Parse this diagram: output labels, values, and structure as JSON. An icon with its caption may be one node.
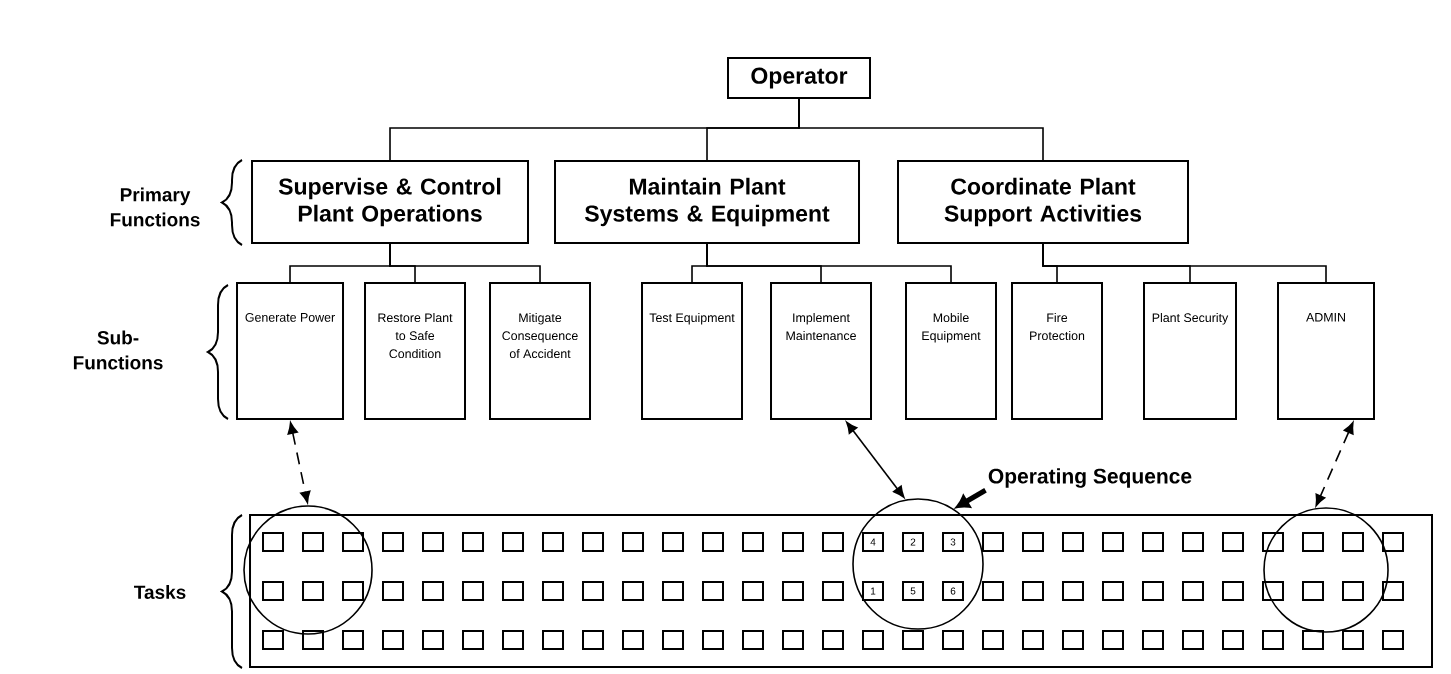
{
  "diagram": {
    "nodes": [
      {
        "text": [
          "Operator"
        ]
      },
      {
        "text": [
          "Supervise & Control Plant Operations"
        ]
      },
      {
        "text": [
          "Maintain Plant Systems & Equipment"
        ]
      },
      {
        "text": [
          "Coordinate Plant Support Activities"
        ]
      },
      {
        "text": [
          "Generate Power"
        ]
      },
      {
        "text": [
          "Restore Plant to Safe Condition"
        ]
      },
      {
        "text": [
          "Mitigate Consequence of Accident"
        ]
      },
      {
        "text": [
          "Test Equipment"
        ]
      },
      {
        "text": [
          "Implement Maintenance"
        ]
      },
      {
        "text": [
          "Mobile Equipment"
        ]
      },
      {
        "text": [
          "Fire Protection"
        ]
      },
      {
        "text": [
          "Plant Security"
        ]
      },
      {
        "text": [
          "ADMIN"
        ]
      },
      {
        "text": [],
        "shape": "box"
      },
      {
        "text": [],
        "shape": "circle"
      },
      {
        "text": [],
        "shape": "circle"
      },
      {
        "text": [],
        "shape": "circle",
        "in": 13
      },
      {
        "text": [
          "Operating Sequence"
        ]
      }
    ],
    "edges": [
      {
        "from": 0,
        "to": 1,
        "arrow": "none"
      },
      {
        "from": 0,
        "to": 2,
        "arrow": "none"
      },
      {
        "from": 0,
        "to": 3,
        "arrow": "none"
      },
      {
        "from": 1,
        "to": 4,
        "arrow": "none"
      },
      {
        "from": 1,
        "to": 5,
        "arrow": "none"
      },
      {
        "from": 1,
        "to": 6,
        "arrow": "none"
      },
      {
        "from": 2,
        "to": 7,
        "arrow": "none"
      },
      {
        "from": 2,
        "to": 8,
        "arrow": "none"
      },
      {
        "from": 2,
        "to": 9,
        "arrow": "none"
      },
      {
        "from": 3,
        "to": 10,
        "arrow": "none"
      },
      {
        "from": 3,
        "to": 11,
        "arrow": "none"
      },
      {
        "from": 3,
        "to": 12,
        "arrow": "none"
      },
      {
        "from": 4,
        "to": 14,
        "arrow": "both",
        "style": "dashed"
      },
      {
        "from": 8,
        "to": 15,
        "arrow": "both"
      },
      {
        "from": 12,
        "to": 16,
        "arrow": "both",
        "style": "dashed"
      },
      {
        "from": 17,
        "to": 15,
        "arrow": "to",
        "style": "thick"
      }
    ],
    "labels": [
      "Primary Functions",
      "Sub-Functions",
      "Tasks",
      "4",
      "2",
      "3",
      "1",
      "5",
      "6"
    ]
  }
}
